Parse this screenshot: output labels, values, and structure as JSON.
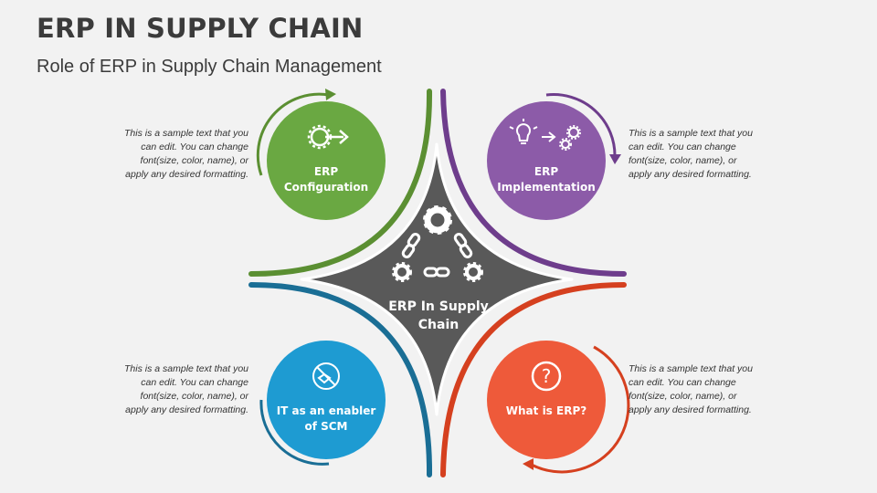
{
  "header": {
    "title": "ERP IN SUPPLY CHAIN",
    "subtitle": "Role of ERP in Supply Chain Management"
  },
  "center": {
    "label": "ERP In Supply Chain",
    "color": "#595959"
  },
  "nodes": [
    {
      "label": "ERP Configuration",
      "color": "#6aa842",
      "icon": "gear-wrench-icon",
      "description": "This is a sample text that you can edit. You can change font(size, color, name), or apply any desired formatting."
    },
    {
      "label": "ERP Implementation",
      "color": "#8c5ba8",
      "icon": "lightbulb-gears-icon",
      "description": "This is a sample text that you can edit. You can change font(size, color, name), or apply any desired formatting."
    },
    {
      "label": "IT as an enabler of SCM",
      "color": "#1e9bd2",
      "icon": "handshake-icon",
      "description": "This is a sample text that you can edit. You can change font(size, color, name), or apply any desired formatting."
    },
    {
      "label": "What is ERP?",
      "color": "#ee5a3a",
      "icon": "question-icon",
      "description": "This is a sample text that you can edit. You can change font(size, color, name), or apply any desired formatting."
    }
  ],
  "accents": {
    "green": "#5b8f32",
    "purple": "#6e3d8c",
    "blue": "#1a6e95",
    "red": "#d5401f"
  }
}
